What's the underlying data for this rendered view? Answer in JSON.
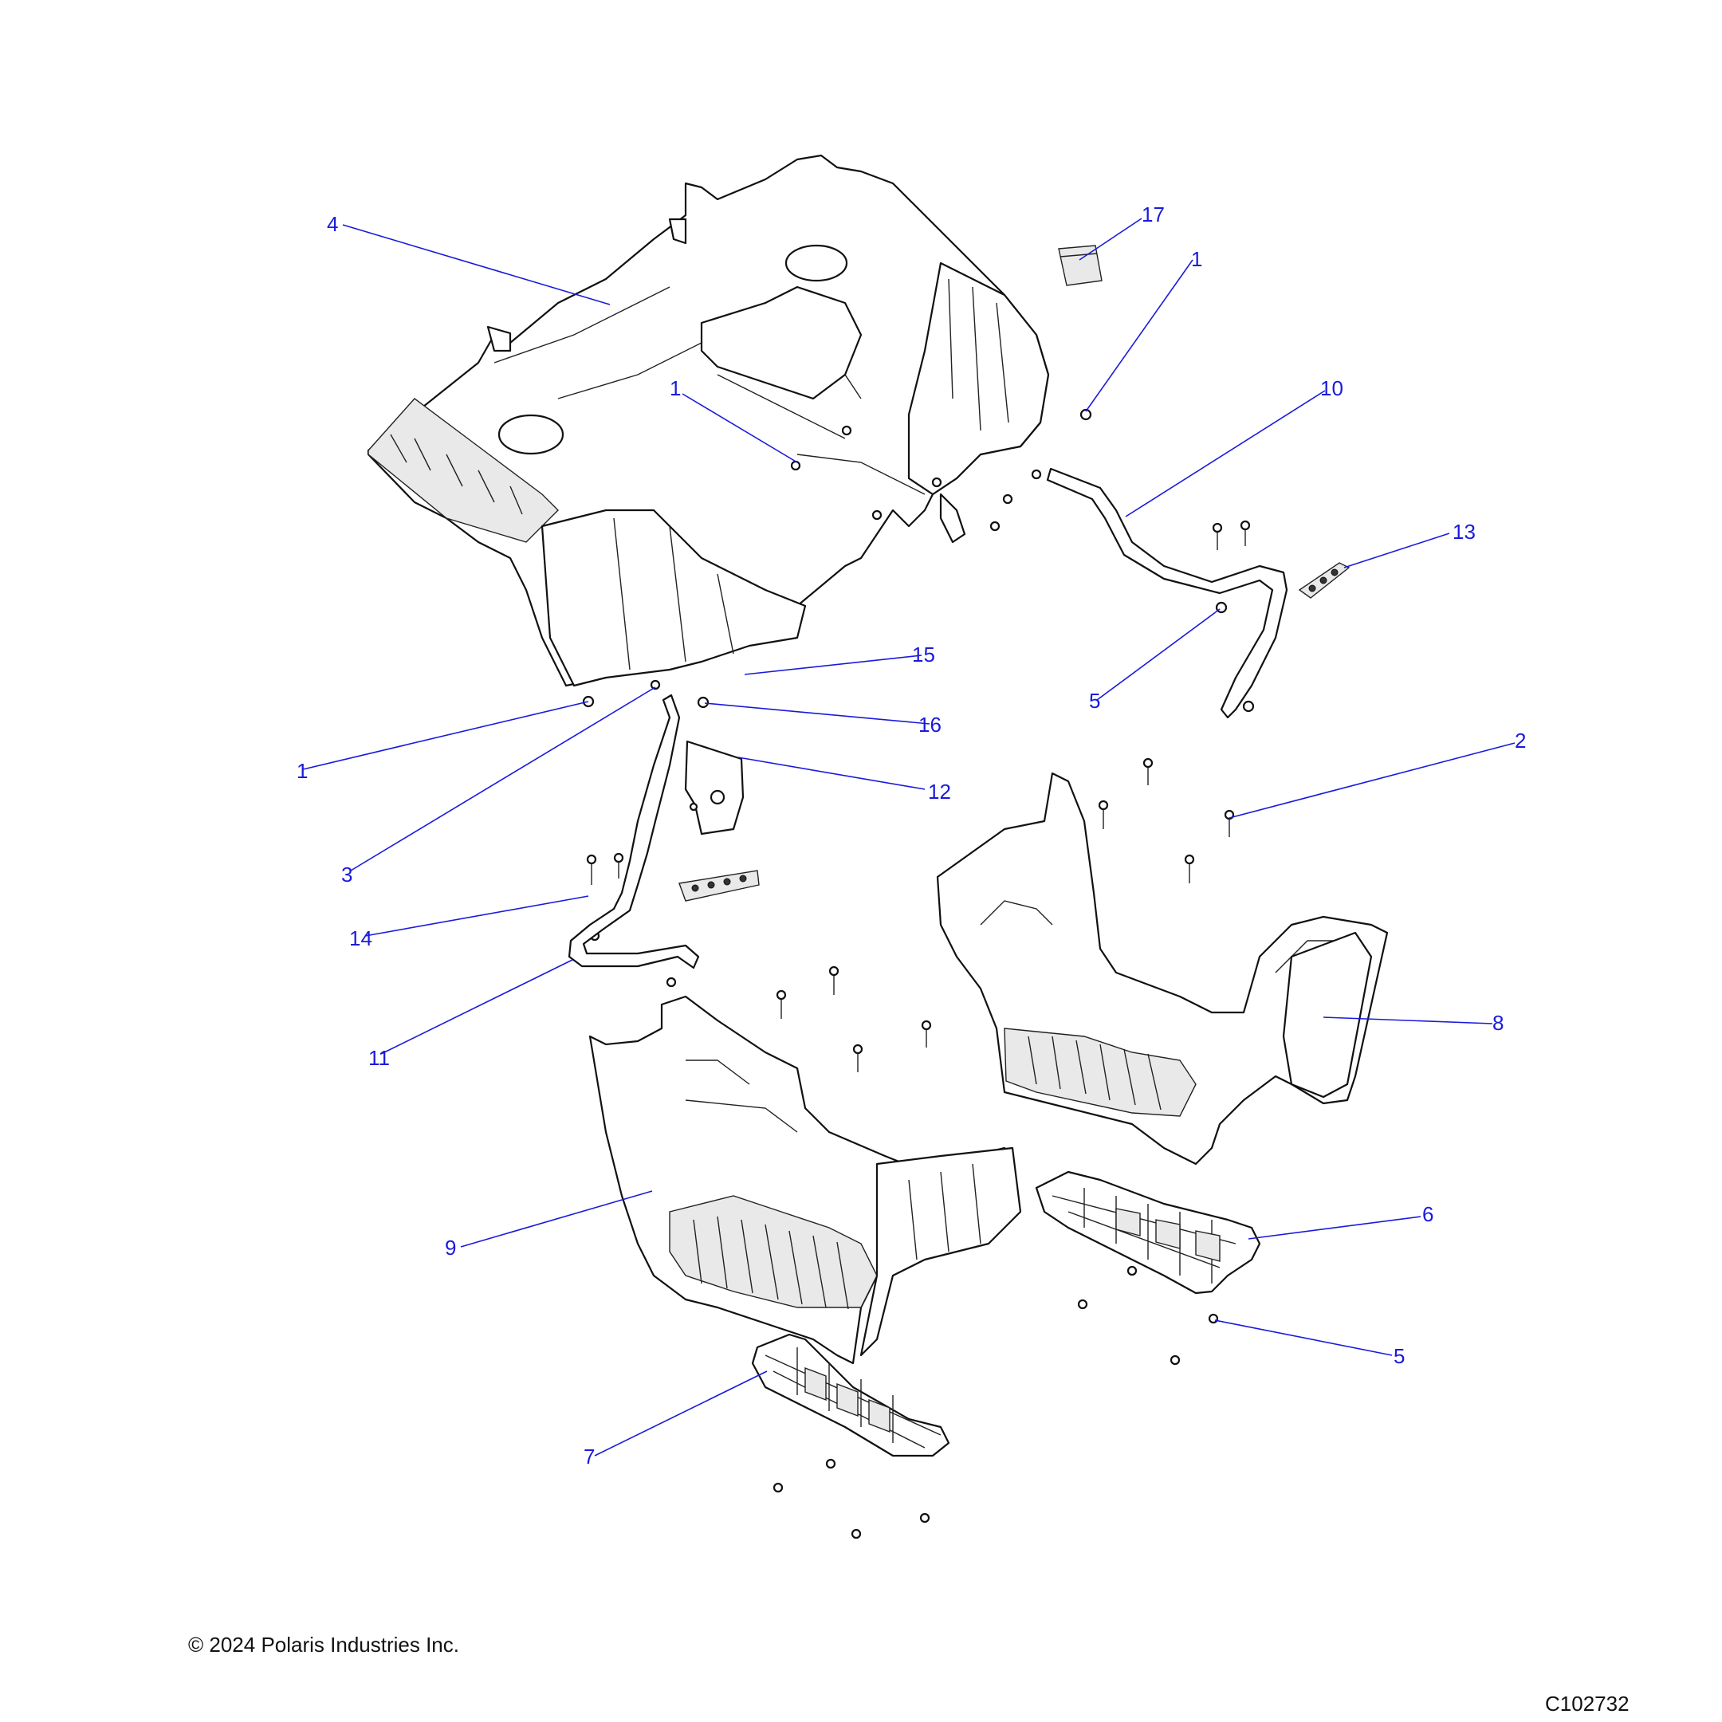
{
  "diagram": {
    "callouts": [
      {
        "id": "c4",
        "label": "4"
      },
      {
        "id": "c17",
        "label": "17"
      },
      {
        "id": "c1a",
        "label": "1"
      },
      {
        "id": "c10",
        "label": "10"
      },
      {
        "id": "c1b",
        "label": "1"
      },
      {
        "id": "c13",
        "label": "13"
      },
      {
        "id": "c15",
        "label": "15"
      },
      {
        "id": "c16",
        "label": "16"
      },
      {
        "id": "c1c",
        "label": "1"
      },
      {
        "id": "c5a",
        "label": "5"
      },
      {
        "id": "c2",
        "label": "2"
      },
      {
        "id": "c12",
        "label": "12"
      },
      {
        "id": "c3",
        "label": "3"
      },
      {
        "id": "c14",
        "label": "14"
      },
      {
        "id": "c8",
        "label": "8"
      },
      {
        "id": "c11",
        "label": "11"
      },
      {
        "id": "c6",
        "label": "6"
      },
      {
        "id": "c9",
        "label": "9"
      },
      {
        "id": "c5b",
        "label": "5"
      },
      {
        "id": "c7",
        "label": "7"
      }
    ]
  },
  "footer": {
    "copyright": "© 2024 Polaris Industries Inc.",
    "diagram_id": "C102732"
  }
}
